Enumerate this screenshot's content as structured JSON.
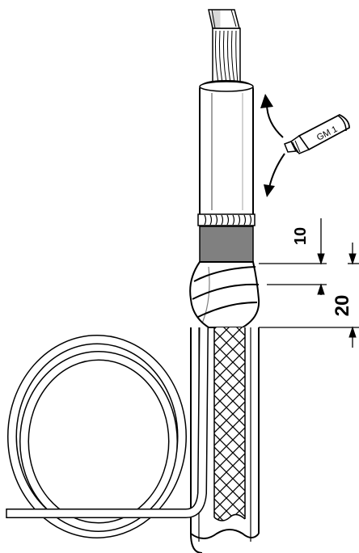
{
  "tube": {
    "label": "GM 1"
  },
  "dimensions": {
    "upper": {
      "value": "10"
    },
    "lower": {
      "value": "20"
    }
  },
  "colors": {
    "line": "#000000",
    "background": "#ffffff",
    "band": "#808080"
  }
}
